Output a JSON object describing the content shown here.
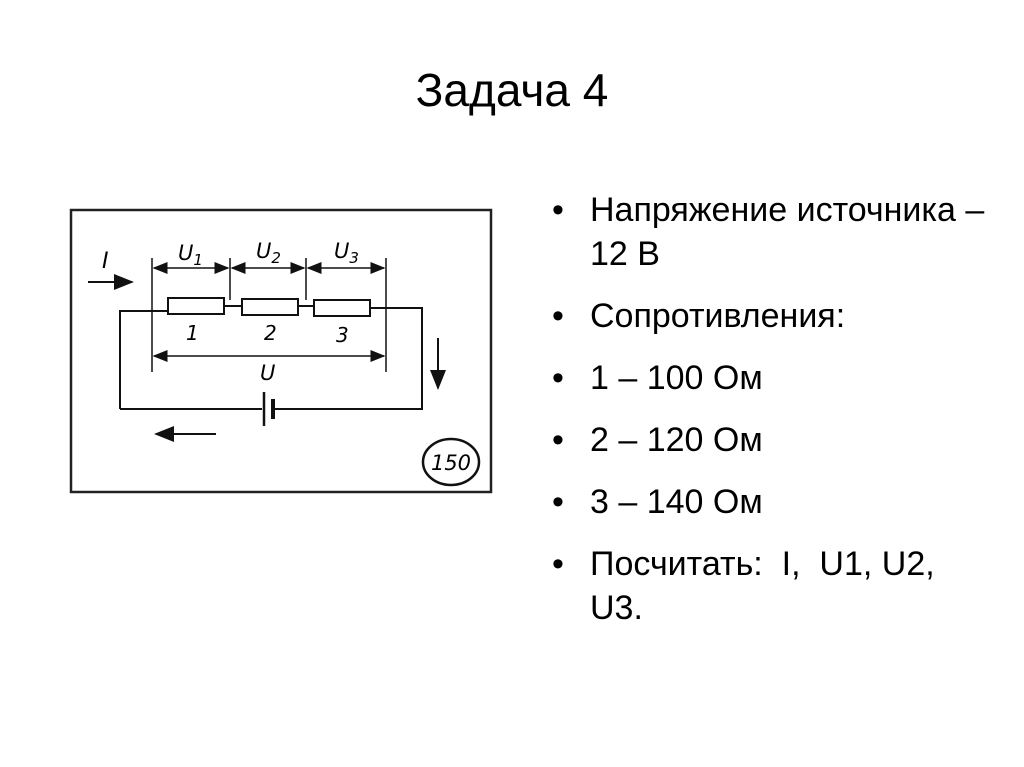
{
  "slide": {
    "title": "Задача 4"
  },
  "circuit": {
    "current_label": "I",
    "voltage_labels": [
      "U",
      "U",
      "U"
    ],
    "voltage_subscripts": [
      "1",
      "2",
      "3"
    ],
    "total_voltage_label": "U",
    "resistor_numbers": [
      "1",
      "2",
      "3"
    ],
    "figure_number": "150"
  },
  "bullets": {
    "items": [
      "Напряжение источника – 12 В",
      "Сопротивления:",
      "1 – 100 Ом",
      "2 – 120 Ом",
      "3 – 140 Ом",
      "Посчитать:  I,  U1, U2, U3."
    ]
  }
}
